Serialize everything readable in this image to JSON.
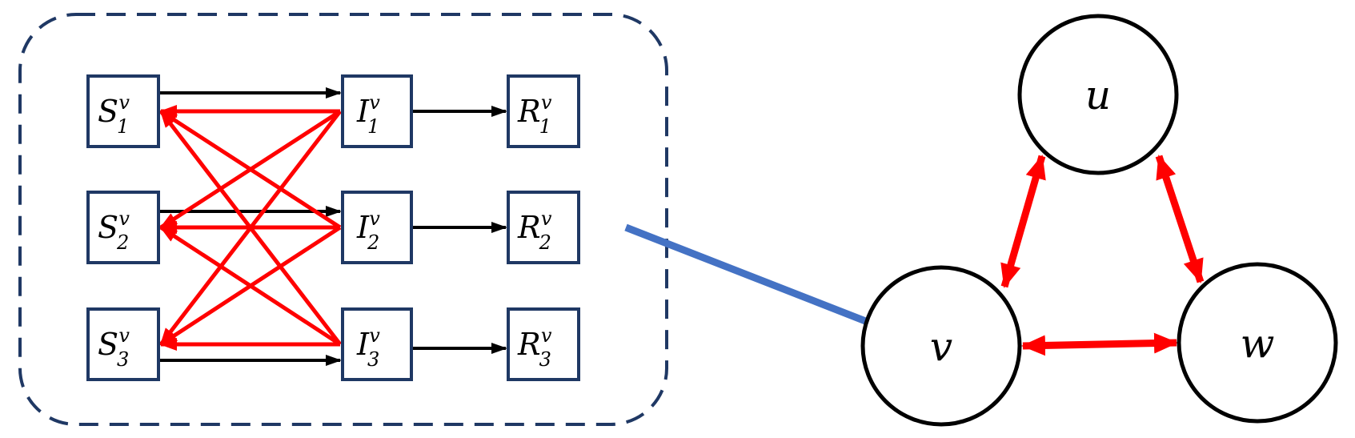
{
  "colors": {
    "box_stroke": "#1f3864",
    "dashed_border": "#1f3864",
    "state_arrow": "#000000",
    "infection_arrow": "#ff0000",
    "edge_arrow": "#ff0000",
    "mapping_arrow": "#4472c4",
    "circle_stroke": "#000000"
  },
  "compartments": {
    "S": [
      {
        "letter": "S",
        "sub": "1",
        "sup": "v"
      },
      {
        "letter": "S",
        "sub": "2",
        "sup": "v"
      },
      {
        "letter": "S",
        "sub": "3",
        "sup": "v"
      }
    ],
    "I": [
      {
        "letter": "I",
        "sub": "1",
        "sup": "v"
      },
      {
        "letter": "I",
        "sub": "2",
        "sup": "v"
      },
      {
        "letter": "I",
        "sub": "3",
        "sup": "v"
      }
    ],
    "R": [
      {
        "letter": "R",
        "sub": "1",
        "sup": "v"
      },
      {
        "letter": "R",
        "sub": "2",
        "sup": "v"
      },
      {
        "letter": "R",
        "sub": "3",
        "sup": "v"
      }
    ]
  },
  "graph": {
    "nodes": [
      {
        "id": "u",
        "label": "u"
      },
      {
        "id": "v",
        "label": "v"
      },
      {
        "id": "w",
        "label": "w"
      }
    ],
    "edges": [
      {
        "from": "u",
        "to": "v"
      },
      {
        "from": "u",
        "to": "w"
      },
      {
        "from": "v",
        "to": "w"
      }
    ]
  }
}
